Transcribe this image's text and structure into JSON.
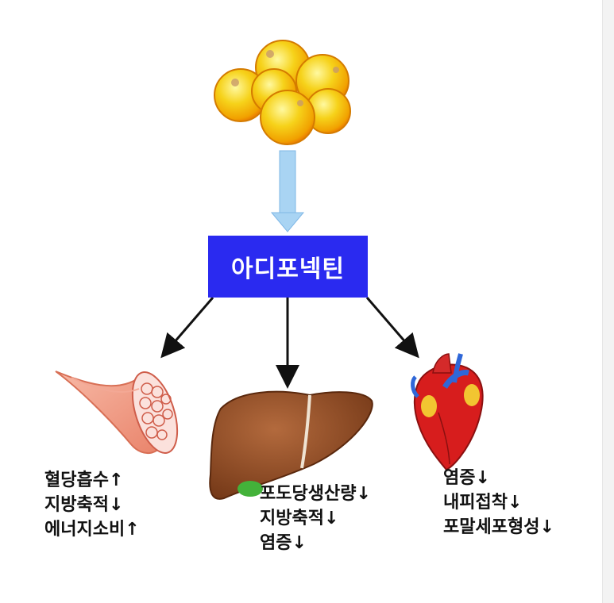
{
  "hub": {
    "label": "아디포넥틴"
  },
  "targets": [
    {
      "icon": "muscle-icon",
      "effects": [
        "혈당흡수↑",
        "지방축적↓",
        "에너지소비↑"
      ]
    },
    {
      "icon": "liver-icon",
      "effects": [
        "포도당생산량↓",
        "지방축적↓",
        "염증↓"
      ]
    },
    {
      "icon": "heart-icon",
      "effects": [
        "염증↓",
        "내피접착↓",
        "포말세포형성↓"
      ]
    }
  ],
  "colors": {
    "hub": "#2a2af0",
    "arrow_down": "#a9d4f3",
    "arrow": "#111111"
  }
}
